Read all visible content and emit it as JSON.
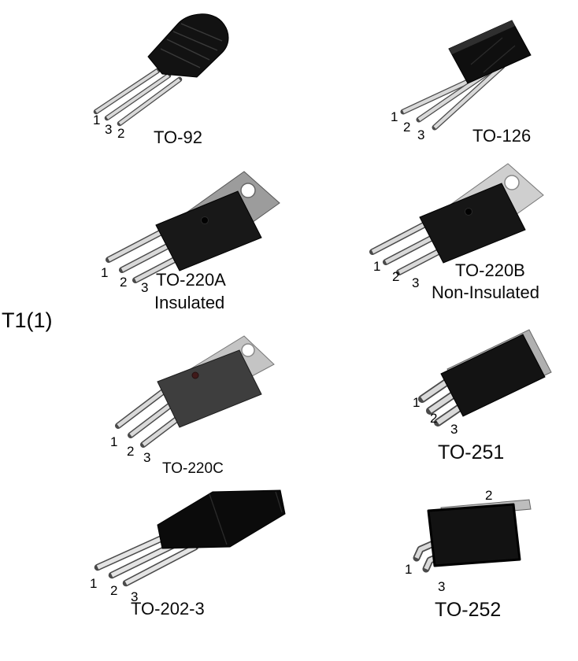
{
  "figure_label": "T1(1)",
  "palette": {
    "plastic_body": "#141414",
    "plastic_body_gray": "#3e3e3e",
    "metal_tab_dark": "#9c9c9c",
    "metal_tab_light": "#cccccc",
    "lead_fill": "#d9d9d9",
    "background": "#ffffff"
  },
  "packages": [
    {
      "name": "TO-92",
      "pins": [
        "1",
        "3",
        "2"
      ]
    },
    {
      "name": "TO-126",
      "pins": [
        "1",
        "2",
        "3"
      ]
    },
    {
      "name": "TO-220A",
      "subtitle": "Insulated",
      "pins": [
        "1",
        "2",
        "3"
      ]
    },
    {
      "name": "TO-220B",
      "subtitle": "Non-Insulated",
      "pins": [
        "1",
        "2",
        "3"
      ]
    },
    {
      "name": "TO-220C",
      "pins": [
        "1",
        "2",
        "3"
      ]
    },
    {
      "name": "TO-251",
      "pins": [
        "1",
        "2",
        "3"
      ]
    },
    {
      "name": "TO-202-3",
      "pins": [
        "1",
        "2",
        "3"
      ]
    },
    {
      "name": "TO-252",
      "pins": [
        "2",
        "1",
        "3"
      ]
    }
  ]
}
